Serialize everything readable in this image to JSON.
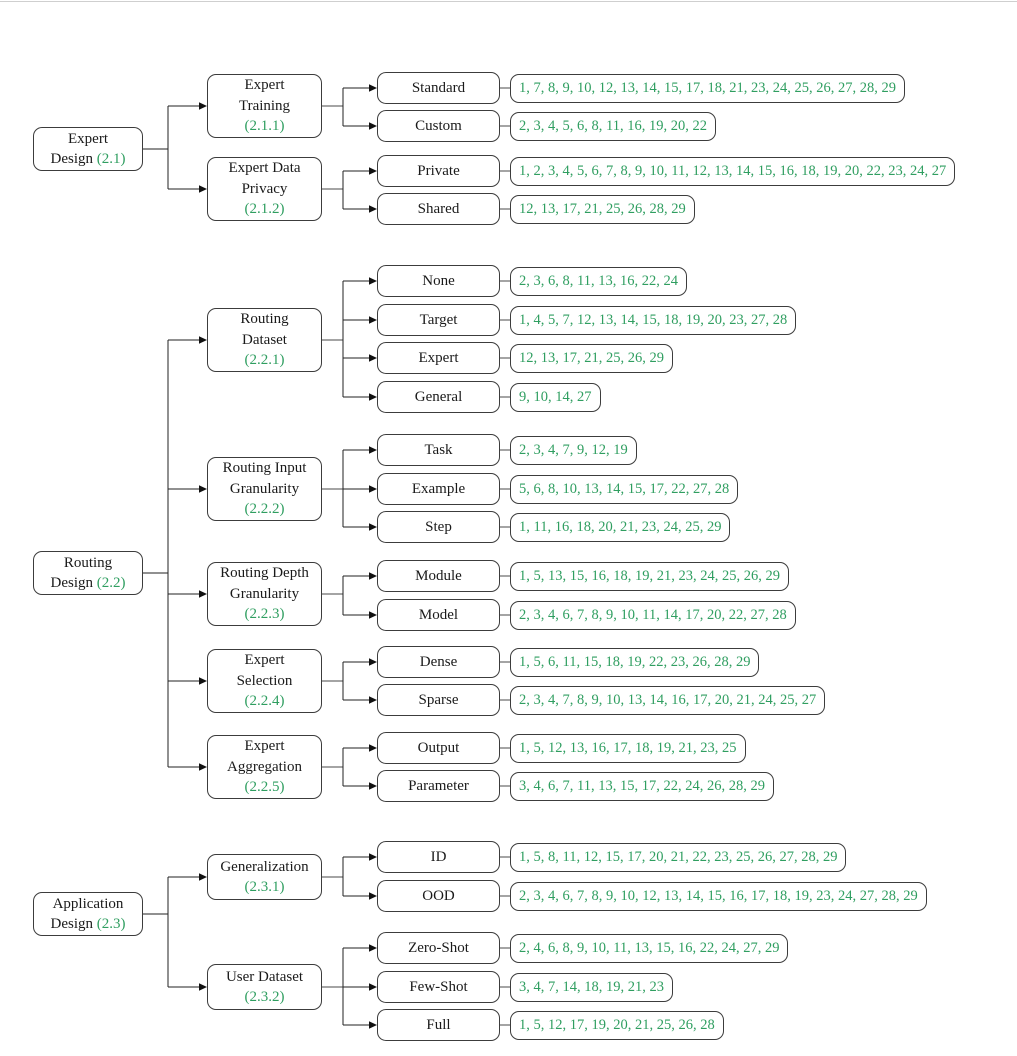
{
  "colors": {
    "accent_green": "#2F9E60",
    "line": "#222222",
    "border": "#3c3c3c"
  },
  "tree": [
    {
      "line1": "Expert",
      "line2": "Design",
      "number": "(2.1)",
      "children": [
        {
          "lines": [
            "Expert",
            "Training"
          ],
          "number": "(2.1.1)",
          "leaves": [
            {
              "label": "Standard",
              "refs": "1, 7, 8, 9, 10, 12, 13, 14, 15, 17, 18, 21, 23, 24, 25, 26, 27, 28, 29"
            },
            {
              "label": "Custom",
              "refs": "2, 3, 4, 5, 6, 8, 11, 16, 19, 20, 22"
            }
          ]
        },
        {
          "lines": [
            "Expert Data",
            "Privacy"
          ],
          "number": "(2.1.2)",
          "leaves": [
            {
              "label": "Private",
              "refs": "1, 2, 3, 4, 5, 6, 7, 8, 9, 10, 11, 12, 13, 14, 15, 16, 18, 19, 20, 22, 23, 24, 27"
            },
            {
              "label": "Shared",
              "refs": "12, 13, 17, 21, 25, 26, 28, 29"
            }
          ]
        }
      ]
    },
    {
      "line1": "Routing",
      "line2": "Design",
      "number": "(2.2)",
      "children": [
        {
          "lines": [
            "Routing",
            "Dataset"
          ],
          "number": "(2.2.1)",
          "leaves": [
            {
              "label": "None",
              "refs": "2, 3, 6, 8, 11, 13, 16, 22, 24"
            },
            {
              "label": "Target",
              "refs": "1, 4, 5, 7, 12, 13, 14, 15, 18, 19, 20, 23, 27, 28"
            },
            {
              "label": "Expert",
              "refs": "12, 13, 17, 21, 25, 26, 29"
            },
            {
              "label": "General",
              "refs": "9, 10, 14, 27"
            }
          ]
        },
        {
          "lines": [
            "Routing Input",
            "Granularity"
          ],
          "number": "(2.2.2)",
          "leaves": [
            {
              "label": "Task",
              "refs": "2, 3, 4, 7, 9, 12, 19"
            },
            {
              "label": "Example",
              "refs": "5, 6, 8, 10, 13, 14, 15, 17, 22, 27, 28"
            },
            {
              "label": "Step",
              "refs": "1, 11, 16, 18, 20, 21, 23, 24, 25, 29"
            }
          ]
        },
        {
          "lines": [
            "Routing Depth",
            "Granularity"
          ],
          "number": "(2.2.3)",
          "leaves": [
            {
              "label": "Module",
              "refs": "1, 5, 13, 15, 16, 18, 19, 21, 23, 24, 25, 26, 29"
            },
            {
              "label": "Model",
              "refs": "2, 3, 4, 6, 7, 8, 9, 10, 11, 14, 17, 20, 22, 27, 28"
            }
          ]
        },
        {
          "lines": [
            "Expert",
            "Selection"
          ],
          "number": "(2.2.4)",
          "leaves": [
            {
              "label": "Dense",
              "refs": "1, 5, 6, 11, 15, 18, 19, 22, 23, 26, 28, 29"
            },
            {
              "label": "Sparse",
              "refs": "2, 3, 4, 7, 8, 9, 10, 13, 14, 16, 17, 20, 21, 24, 25, 27"
            }
          ]
        },
        {
          "lines": [
            "Expert",
            "Aggregation"
          ],
          "number": "(2.2.5)",
          "leaves": [
            {
              "label": "Output",
              "refs": "1, 5, 12, 13, 16, 17, 18, 19, 21, 23, 25"
            },
            {
              "label": "Parameter",
              "refs": "3, 4, 6, 7, 11, 13, 15, 17, 22, 24, 26, 28, 29"
            }
          ]
        }
      ]
    },
    {
      "line1": "Application",
      "line2": "Design",
      "number": "(2.3)",
      "children": [
        {
          "lines": [
            "Generalization"
          ],
          "number": "(2.3.1)",
          "leaves": [
            {
              "label": "ID",
              "refs": "1, 5, 8, 11, 12, 15, 17, 20, 21, 22, 23, 25, 26, 27, 28, 29"
            },
            {
              "label": "OOD",
              "refs": "2, 3, 4, 6, 7, 8, 9, 10, 12, 13, 14, 15, 16, 17, 18, 19, 23, 24, 27, 28, 29"
            }
          ]
        },
        {
          "lines": [
            "User Dataset"
          ],
          "number": "(2.3.2)",
          "leaves": [
            {
              "label": "Zero-Shot",
              "refs": "2, 4, 6, 8, 9, 10, 11, 13, 15, 16, 22, 24, 27, 29"
            },
            {
              "label": "Few-Shot",
              "refs": "3, 4, 7, 14, 18, 19, 21, 23"
            },
            {
              "label": "Full",
              "refs": "1, 5, 12, 17, 19, 20, 21, 25, 26, 28"
            }
          ]
        }
      ]
    }
  ]
}
